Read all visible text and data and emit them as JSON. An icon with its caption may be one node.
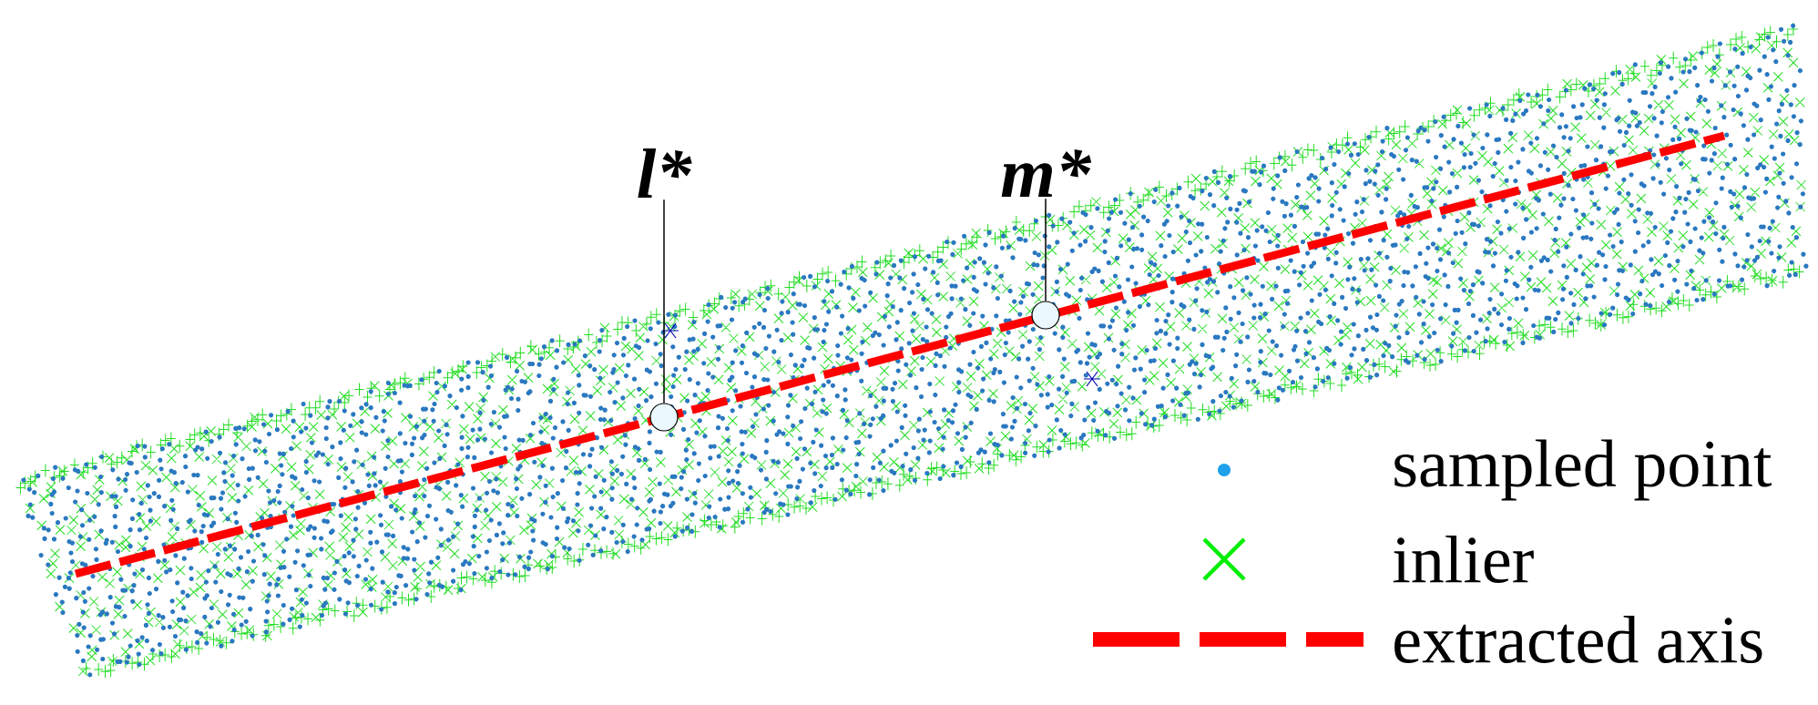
{
  "diagram": {
    "nodes": [
      {
        "text": [
          "l*"
        ]
      },
      {
        "text": [
          "m*"
        ]
      },
      {
        "text": [],
        "shape": "circle"
      },
      {
        "text": [],
        "shape": "circle"
      }
    ],
    "edges": [
      {
        "from": 0,
        "to": 2,
        "arrow": "none"
      },
      {
        "from": 1,
        "to": 3,
        "arrow": "none"
      }
    ],
    "legend": [
      {
        "text": "sampled point"
      },
      {
        "text": "inlier"
      },
      {
        "text": "extracted axis"
      }
    ]
  }
}
